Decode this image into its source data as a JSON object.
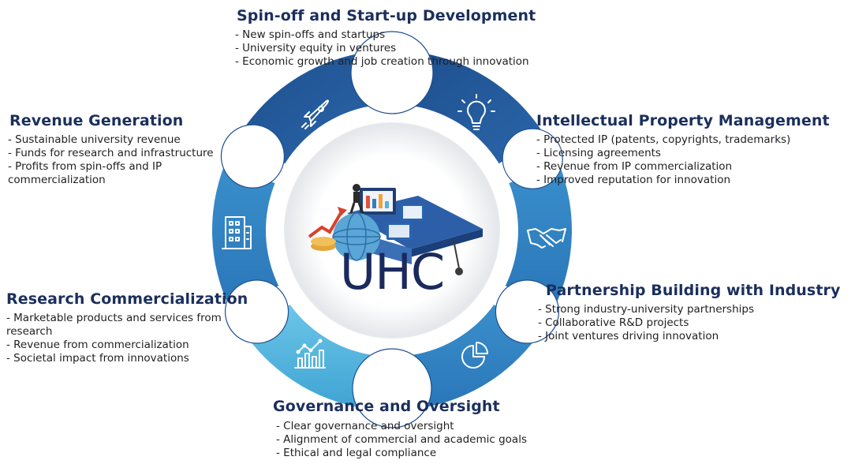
{
  "center": {
    "label": "UHC"
  },
  "sections": {
    "spinoff": {
      "title": "Spin-off and Start-up Development",
      "icon": "rocket-icon",
      "items": [
        "- New spin-offs and startups",
        "- University equity in ventures",
        "- Economic growth and job creation through innovation"
      ]
    },
    "ip": {
      "title": "Intellectual Property Management",
      "icon": "lightbulb-icon",
      "items": [
        "- Protected IP (patents, copyrights, trademarks)",
        "- Licensing agreements",
        "- Revenue from IP commercialization",
        "- Improved reputation for innovation"
      ]
    },
    "partnership": {
      "title": "Partnership Building with Industry",
      "icon": "handshake-icon",
      "items": [
        "- Strong industry-university partnerships",
        "- Collaborative R&D projects",
        "- Joint ventures driving innovation"
      ]
    },
    "governance": {
      "title": "Governance and Oversight",
      "icon": "pie-chart-icon",
      "items": [
        "- Clear governance and oversight",
        "- Alignment of commercial and academic goals",
        "- Ethical and legal compliance"
      ]
    },
    "research": {
      "title": "Research Commercialization",
      "icon": "bar-chart-icon",
      "items": [
        "- Marketable products and services from research",
        "- Revenue from commercialization",
        "- Societal impact from innovations"
      ]
    },
    "revenue": {
      "title": "Revenue Generation",
      "icon": "building-icon",
      "items": [
        "- Sustainable university revenue",
        "- Funds for research and infrastructure",
        "- Profits from spin-offs and IP commercialization"
      ]
    }
  },
  "colors": {
    "dark_blue": "#1d4f8e",
    "mid_blue": "#2f7fc0",
    "light_blue": "#52b3dc",
    "title_navy": "#1b2f5c"
  }
}
